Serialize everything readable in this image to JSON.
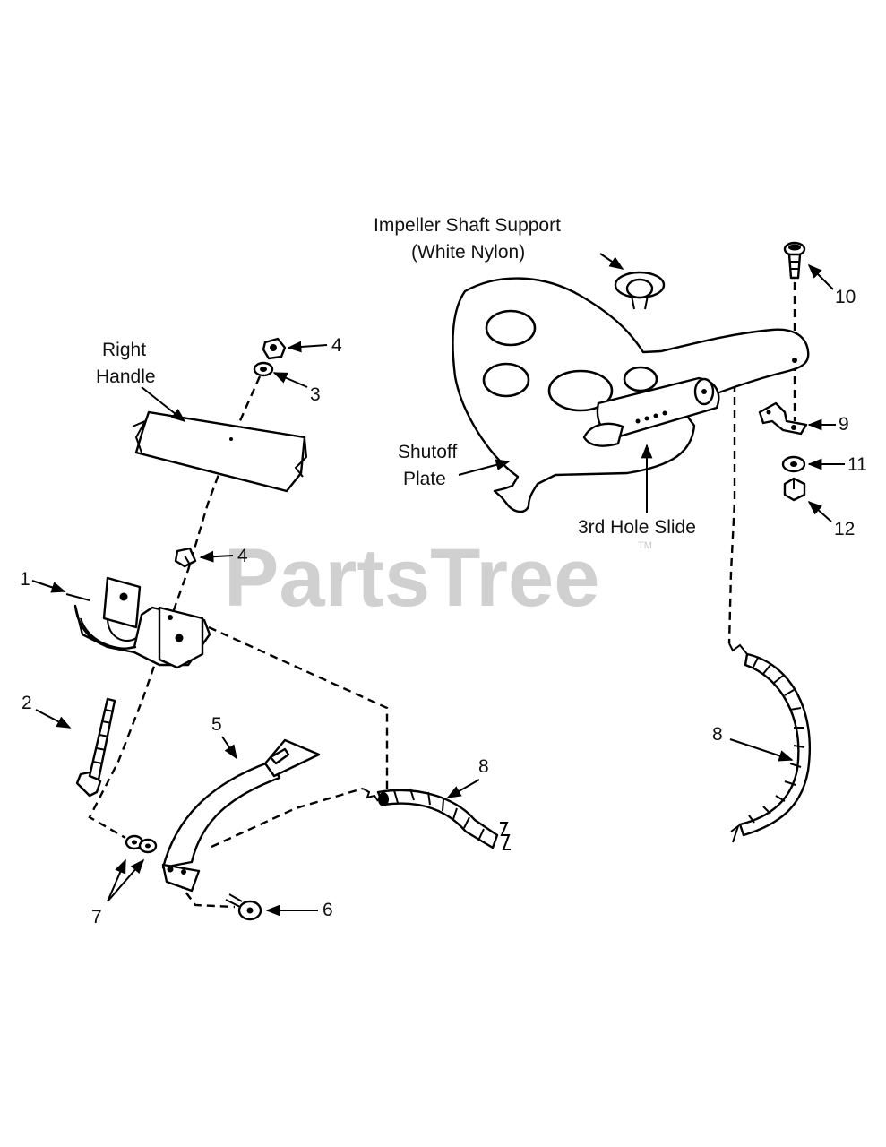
{
  "watermark": {
    "text": "PartsTree",
    "trademark": "TM"
  },
  "labels": {
    "impeller_support_line1": "Impeller Shaft Support",
    "impeller_support_line2": "(White Nylon)",
    "right_handle_line1": "Right",
    "right_handle_line2": "Handle",
    "shutoff_plate_line1": "Shutoff",
    "shutoff_plate_line2": "Plate",
    "third_hole_slide": "3rd Hole Slide"
  },
  "callouts": {
    "c1": "1",
    "c2": "2",
    "c3": "3",
    "c4a": "4",
    "c4b": "4",
    "c5": "5",
    "c6": "6",
    "c7": "7",
    "c8a": "8",
    "c8b": "8",
    "c9": "9",
    "c10": "10",
    "c11": "11",
    "c12": "12"
  }
}
